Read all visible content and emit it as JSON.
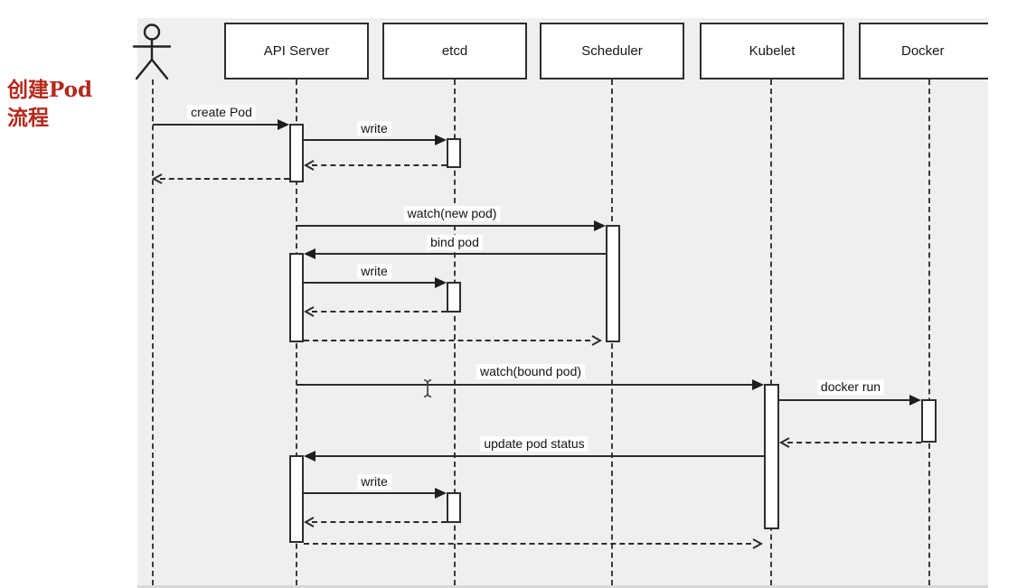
{
  "caption": {
    "line1": "创建Pod",
    "line2": "流程"
  },
  "participants": [
    {
      "label": "API Server"
    },
    {
      "label": "etcd"
    },
    {
      "label": "Scheduler"
    },
    {
      "label": "Kubelet"
    },
    {
      "label": "Docker"
    }
  ],
  "messages": [
    {
      "label": "create Pod",
      "from": "user",
      "to": "API Server",
      "style": "solid"
    },
    {
      "label": "write",
      "from": "API Server",
      "to": "etcd",
      "style": "solid"
    },
    {
      "label": "watch(new pod)",
      "from": "API Server",
      "to": "Scheduler",
      "style": "solid"
    },
    {
      "label": "bind pod",
      "from": "Scheduler",
      "to": "API Server",
      "style": "solid"
    },
    {
      "label": "write",
      "from": "API Server",
      "to": "etcd",
      "style": "solid"
    },
    {
      "label": "watch(bound pod)",
      "from": "API Server",
      "to": "Kubelet",
      "style": "solid"
    },
    {
      "label": "docker run",
      "from": "Kubelet",
      "to": "Docker",
      "style": "solid"
    },
    {
      "label": "update pod status",
      "from": "Kubelet",
      "to": "API Server",
      "style": "solid"
    },
    {
      "label": "write",
      "from": "API Server",
      "to": "etcd",
      "style": "solid"
    }
  ],
  "returns": [
    {
      "from": "etcd",
      "to": "API Server"
    },
    {
      "from": "API Server",
      "to": "user"
    },
    {
      "from": "etcd",
      "to": "API Server"
    },
    {
      "from": "API Server",
      "to": "Scheduler"
    },
    {
      "from": "Docker",
      "to": "Kubelet"
    },
    {
      "from": "etcd",
      "to": "API Server"
    },
    {
      "from": "API Server",
      "to": "Kubelet"
    }
  ],
  "colors": {
    "page_bg": "#ffffff",
    "diagram_bg": "#efefef",
    "line": "#2b2b2b",
    "box_fill": "#ffffff",
    "caption_red": "#b5281c"
  }
}
